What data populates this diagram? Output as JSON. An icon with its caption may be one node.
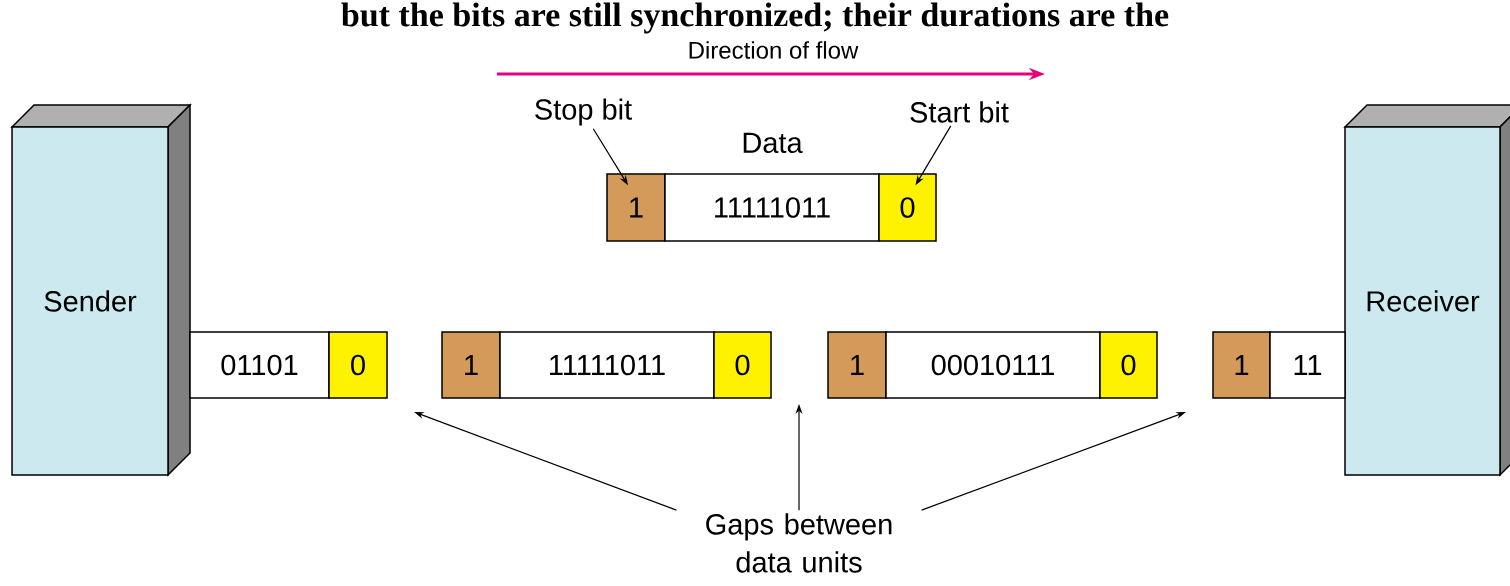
{
  "diagram": {
    "nodes": [
      {
        "text": [
          "Sender"
        ]
      },
      {
        "text": [
          "Receiver"
        ]
      },
      {
        "text": [
          "Stop bit"
        ]
      },
      {
        "text": [
          "Start bit"
        ]
      },
      {
        "text": [
          "1"
        ]
      },
      {
        "text": [
          "11111011"
        ],
        "beside": [
          "Data"
        ]
      },
      {
        "text": [
          "0"
        ]
      },
      {
        "text": [
          "01101"
        ]
      },
      {
        "text": [
          "0"
        ]
      },
      {
        "text": [
          "1"
        ]
      },
      {
        "text": [
          "11111011"
        ]
      },
      {
        "text": [
          "0"
        ]
      },
      {
        "text": [
          "1"
        ]
      },
      {
        "text": [
          "00010111"
        ]
      },
      {
        "text": [
          "0"
        ]
      },
      {
        "text": [
          "1"
        ]
      },
      {
        "text": [
          "11"
        ]
      },
      {
        "text": [
          "Gaps between data units"
        ]
      }
    ],
    "edges": [
      {
        "from": 2,
        "to": 4,
        "arrow": "to"
      },
      {
        "from": 3,
        "to": 6,
        "arrow": "to"
      },
      {
        "from": 17,
        "to": null,
        "arrow": "to"
      },
      {
        "from": 17,
        "to": null,
        "arrow": "to"
      },
      {
        "from": 17,
        "to": null,
        "arrow": "to"
      }
    ],
    "labels": [
      "but the bits are still synchronized; their durations are the",
      "Direction of flow"
    ]
  }
}
